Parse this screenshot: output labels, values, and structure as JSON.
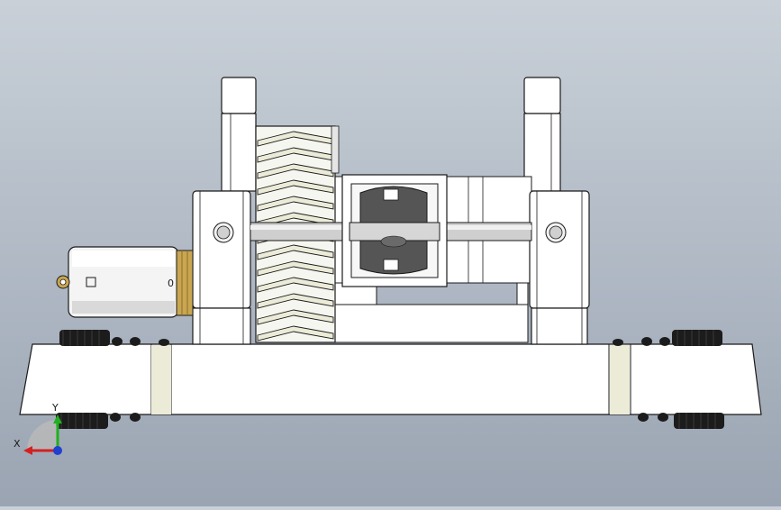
{
  "viewport": {
    "background_top": "#c9d0d8",
    "background_bottom": "#9aa4b2"
  },
  "triad": {
    "x_label": "X",
    "y_label": "Y",
    "x_color": "#d42020",
    "y_color": "#20b020",
    "z_color": "#2040d0"
  },
  "motor": {
    "label": "0"
  },
  "model": {
    "body_color": "#ffffff",
    "edge_color": "#1a1a1a",
    "brass_color": "#c9a650",
    "wheel_color": "#1c1c1c",
    "shaft_color": "#c8c8c8",
    "worm_color": "#5a5a5a"
  }
}
